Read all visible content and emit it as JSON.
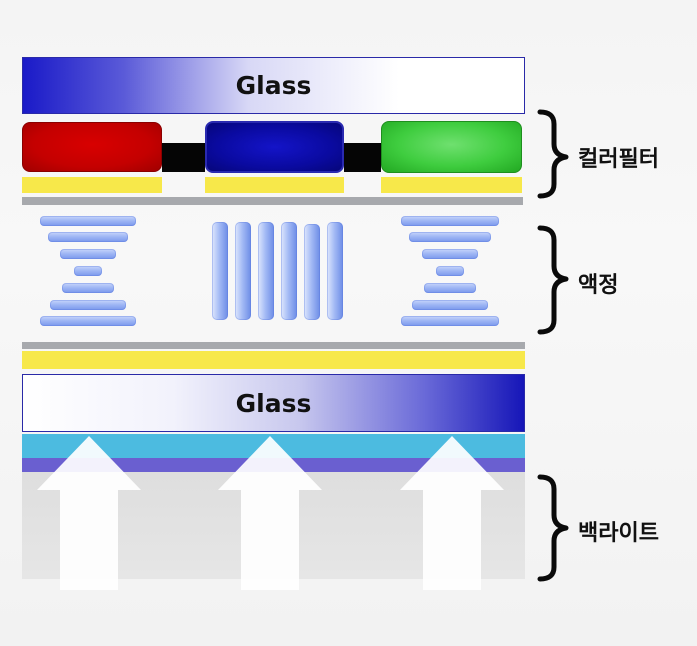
{
  "glass_top_label": "Glass",
  "glass_bottom_label": "Glass",
  "layer_labels": {
    "color_filter": "컬러필터",
    "liquid_crystal": "액정",
    "backlight": "백라이트"
  },
  "colors": {
    "color_filter_red": "#c80000",
    "color_filter_blue": "#0a0aa0",
    "color_filter_green": "#3fcd3f",
    "black_matrix": "#050505",
    "yellow_layer": "#f7e84a",
    "gray_layer": "#a7a9ad",
    "diffuser": "#4cbbe0",
    "prism": "#6a5fd0",
    "liquid_crystal": "#9cb4f4"
  }
}
